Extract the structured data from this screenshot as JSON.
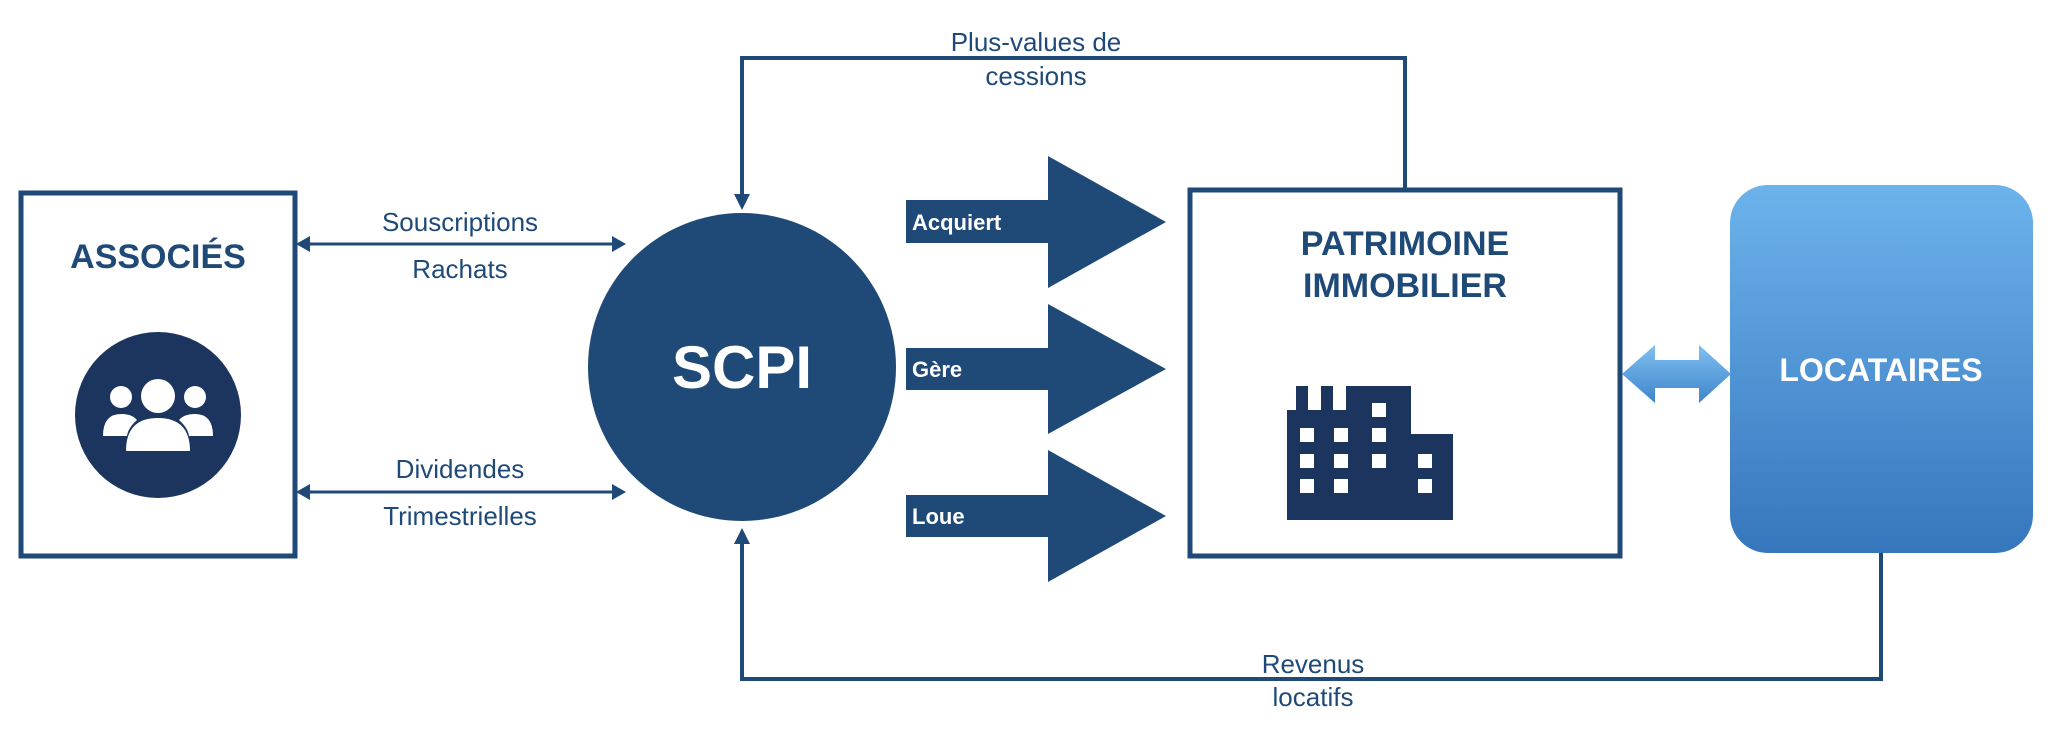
{
  "associes": {
    "title": "ASSOCIÉS",
    "icon": "users-icon"
  },
  "scpi": {
    "title": "SCPI"
  },
  "patrimoine": {
    "title_line1": "PATRIMOINE",
    "title_line2": "IMMOBILIER",
    "icon": "building-icon"
  },
  "locataires": {
    "title": "LOCATAIRES"
  },
  "flows": {
    "souscriptions": "Souscriptions",
    "rachats": "Rachats",
    "dividendes": "Dividendes",
    "trimestrielles": "Trimestrielles",
    "plus_values_line1": "Plus-values de",
    "plus_values_line2": "cessions",
    "revenus_line1": "Revenus",
    "revenus_line2": "locatifs"
  },
  "actions": {
    "acquiert": "Acquiert",
    "gere": "Gère",
    "loue": "Loue"
  },
  "colors": {
    "navy": "#1f4a78",
    "dark_navy": "#1b355e",
    "light_blue": "#6aafe8",
    "mid_blue": "#3a7cc4"
  }
}
